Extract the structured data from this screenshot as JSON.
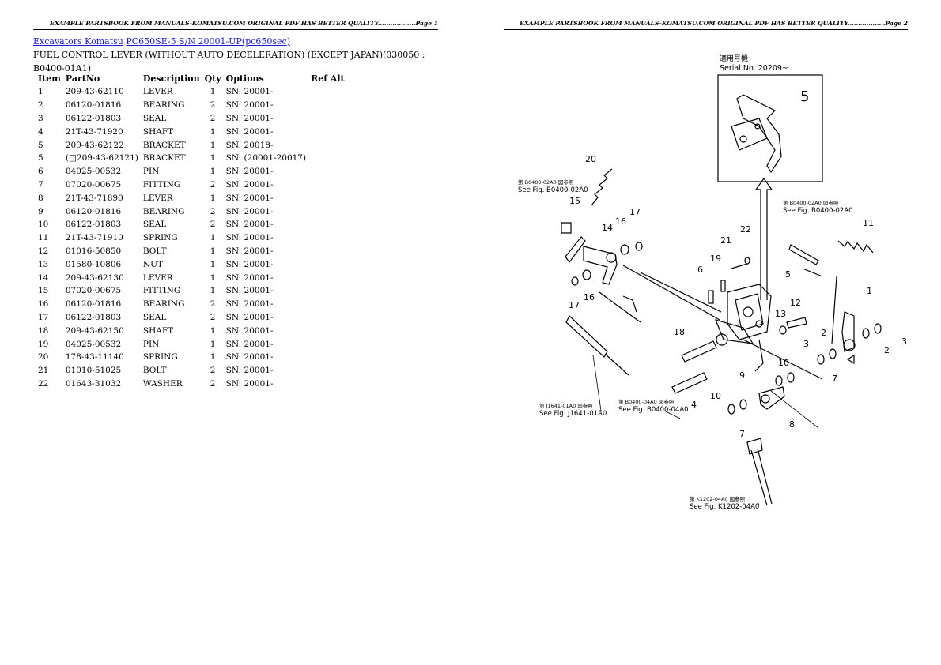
{
  "headers": {
    "page1": "EXAMPLE PARTSBOOK FROM MANUALS-KOMATSU.COM ORIGINAL PDF HAS BETTER QUALITY..................Page 1",
    "page2": "EXAMPLE PARTSBOOK FROM MANUALS-KOMATSU.COM ORIGINAL PDF HAS BETTER QUALITY..................Page 2"
  },
  "breadcrumb": {
    "link1": "Excavators Komatsu",
    "link2": "PC650SE-5 S/N 20001-UP(pc650sec)"
  },
  "title": {
    "line1": "FUEL CONTROL LEVER (WITHOUT AUTO DECELERATION) (EXCEPT JAPAN)(030050 :",
    "line2": "B0400-01A1)"
  },
  "table": {
    "headers": [
      "Item",
      "PartNo",
      "Description",
      "Qty",
      "Options",
      "Ref Alt"
    ],
    "rows": [
      [
        "1",
        "209-43-62110",
        "LEVER",
        "1",
        "SN: 20001-",
        ""
      ],
      [
        "2",
        "06120-01816",
        "BEARING",
        "2",
        "SN: 20001-",
        ""
      ],
      [
        "3",
        "06122-01803",
        "SEAL",
        "2",
        "SN: 20001-",
        ""
      ],
      [
        "4",
        "21T-43-71920",
        "SHAFT",
        "1",
        "SN: 20001-",
        ""
      ],
      [
        "5",
        "209-43-62122",
        "BRACKET",
        "1",
        "SN: 20018-",
        ""
      ],
      [
        "5",
        "(□209-43-62121)",
        "BRACKET",
        "1",
        "SN: (20001-20017)",
        ""
      ],
      [
        "6",
        "04025-00532",
        "PIN",
        "1",
        "SN: 20001-",
        ""
      ],
      [
        "7",
        "07020-00675",
        "FITTING",
        "2",
        "SN: 20001-",
        ""
      ],
      [
        "8",
        "21T-43-71890",
        "LEVER",
        "1",
        "SN: 20001-",
        ""
      ],
      [
        "9",
        "06120-01816",
        "BEARING",
        "2",
        "SN: 20001-",
        ""
      ],
      [
        "10",
        "06122-01803",
        "SEAL",
        "2",
        "SN: 20001-",
        ""
      ],
      [
        "11",
        "21T-43-71910",
        "SPRING",
        "1",
        "SN: 20001-",
        ""
      ],
      [
        "12",
        "01016-50850",
        "BOLT",
        "1",
        "SN: 20001-",
        ""
      ],
      [
        "13",
        "01580-10806",
        "NUT",
        "1",
        "SN: 20001-",
        ""
      ],
      [
        "14",
        "209-43-62130",
        "LEVER",
        "1",
        "SN: 20001-",
        ""
      ],
      [
        "15",
        "07020-00675",
        "FITTING",
        "1",
        "SN: 20001-",
        ""
      ],
      [
        "16",
        "06120-01816",
        "BEARING",
        "2",
        "SN: 20001-",
        ""
      ],
      [
        "17",
        "06122-01803",
        "SEAL",
        "2",
        "SN: 20001-",
        ""
      ],
      [
        "18",
        "209-43-62150",
        "SHAFT",
        "1",
        "SN: 20001-",
        ""
      ],
      [
        "19",
        "04025-00532",
        "PIN",
        "1",
        "SN: 20001-",
        ""
      ],
      [
        "20",
        "178-43-11140",
        "SPRING",
        "1",
        "SN: 20001-",
        ""
      ],
      [
        "21",
        "01010-51025",
        "BOLT",
        "2",
        "SN: 20001-",
        ""
      ],
      [
        "22",
        "01643-31032",
        "WASHER",
        "2",
        "SN: 20001-",
        ""
      ]
    ]
  },
  "diagram": {
    "serial_jp": "適用号機",
    "serial": "Serial No. 20209~",
    "refs": {
      "b0400_02a0_left_jp": "第 B0400-02A0 図参照",
      "b0400_02a0_left": "See Fig. B0400-02A0",
      "b0400_02a0_right_jp": "第 B0400-02A0 図参照",
      "b0400_02a0_right": "See Fig. B0400-02A0",
      "j1641_jp": "第 J1641-01A0 図参照",
      "j1641": "See Fig. J1641-01A0",
      "b0400_04a0_jp": "第 B0400-04A0 図参照",
      "b0400_04a0": "See Fig. B0400-04A0",
      "k1202_jp": "第 K1202-04A0 図参照",
      "k1202": "See Fig. K1202-04A0"
    },
    "callouts": {
      "n1": "1",
      "n2a": "2",
      "n2b": "2",
      "n3a": "3",
      "n3b": "3",
      "n4": "4",
      "n5a": "5",
      "n5b": "5",
      "n6": "6",
      "n7a": "7",
      "n7b": "7",
      "n8": "8",
      "n9": "9",
      "n10a": "10",
      "n10b": "10",
      "n11": "11",
      "n12": "12",
      "n13": "13",
      "n14": "14",
      "n15": "15",
      "n16a": "16",
      "n16b": "16",
      "n17a": "17",
      "n17b": "17",
      "n18": "18",
      "n19": "19",
      "n20": "20",
      "n21": "21",
      "n22": "22"
    }
  }
}
